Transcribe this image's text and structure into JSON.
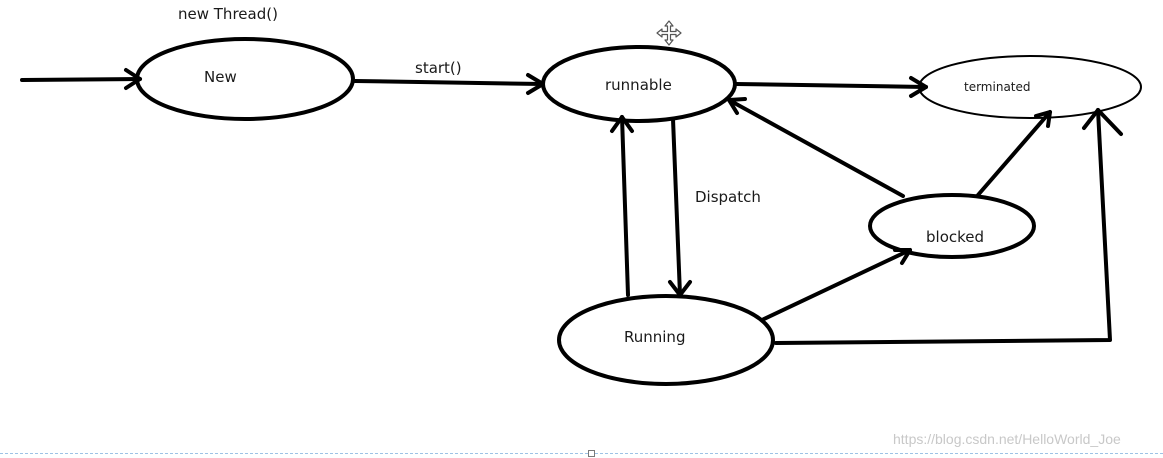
{
  "diagram": {
    "creation_label": "new Thread()",
    "states": {
      "new": "New",
      "runnable": "runnable",
      "terminated": "terminated",
      "blocked": "blocked",
      "running": "Running"
    },
    "transitions": {
      "start": "start()",
      "dispatch": "Dispatch"
    }
  },
  "watermark": "https://blog.csdn.net/HelloWorld_Joe",
  "icons": {
    "move_handle": "move-cursor-icon",
    "resize_handle": "resize-handle-icon"
  }
}
